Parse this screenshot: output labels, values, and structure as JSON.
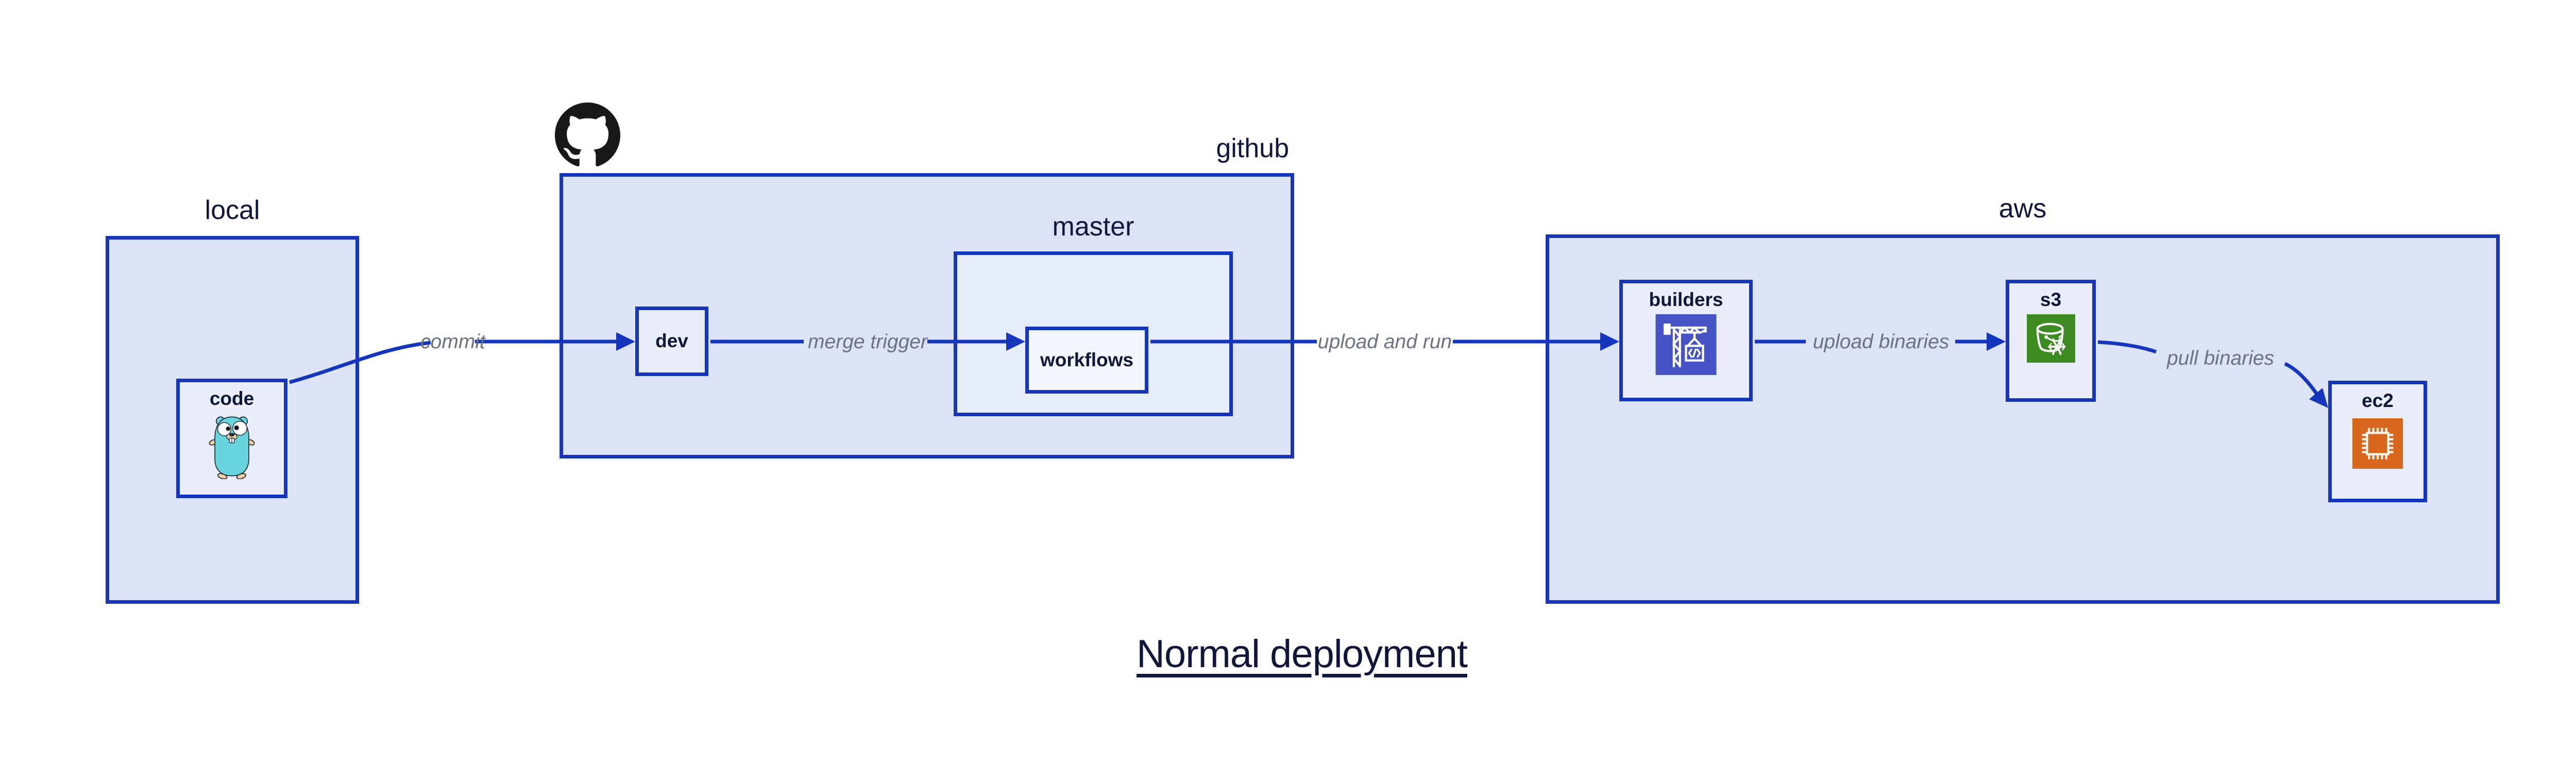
{
  "title": "Normal deployment",
  "containers": {
    "local": {
      "label": "local"
    },
    "github": {
      "label": "github"
    },
    "master": {
      "label": "master"
    },
    "aws": {
      "label": "aws"
    }
  },
  "nodes": {
    "code": {
      "label": "code",
      "icon": "go-gopher-icon"
    },
    "dev": {
      "label": "dev"
    },
    "workflows": {
      "label": "workflows"
    },
    "builders": {
      "label": "builders",
      "icon": "codebuild-crane-icon"
    },
    "s3": {
      "label": "s3",
      "icon": "s3-glacier-bucket-icon"
    },
    "ec2": {
      "label": "ec2",
      "icon": "ec2-chip-icon"
    }
  },
  "edges": {
    "commit": {
      "label": "commit"
    },
    "merge_trigger": {
      "label": "merge trigger"
    },
    "upload_and_run": {
      "label": "upload and run"
    },
    "upload_binaries": {
      "label": "upload binaries"
    },
    "pull_binaries": {
      "label": "pull binaries"
    }
  },
  "decorations": {
    "github_logo": "github-octocat-icon"
  },
  "colors": {
    "line_blue": "#1536bb",
    "container_fill": "#dde3f6",
    "master_fill": "#e7ecfa",
    "node_fill": "#eaeefb",
    "workflows_fill": "#f3f6fd",
    "text_navy": "#10173a",
    "edge_gray": "#6d7280",
    "codebuild_purple": "#4653c5",
    "s3_green": "#3e8b24",
    "ec2_orange": "#d8671d",
    "gopher_teal": "#68d5de",
    "gopher_tan": "#f2cfa5",
    "octocat_black": "#191717"
  }
}
